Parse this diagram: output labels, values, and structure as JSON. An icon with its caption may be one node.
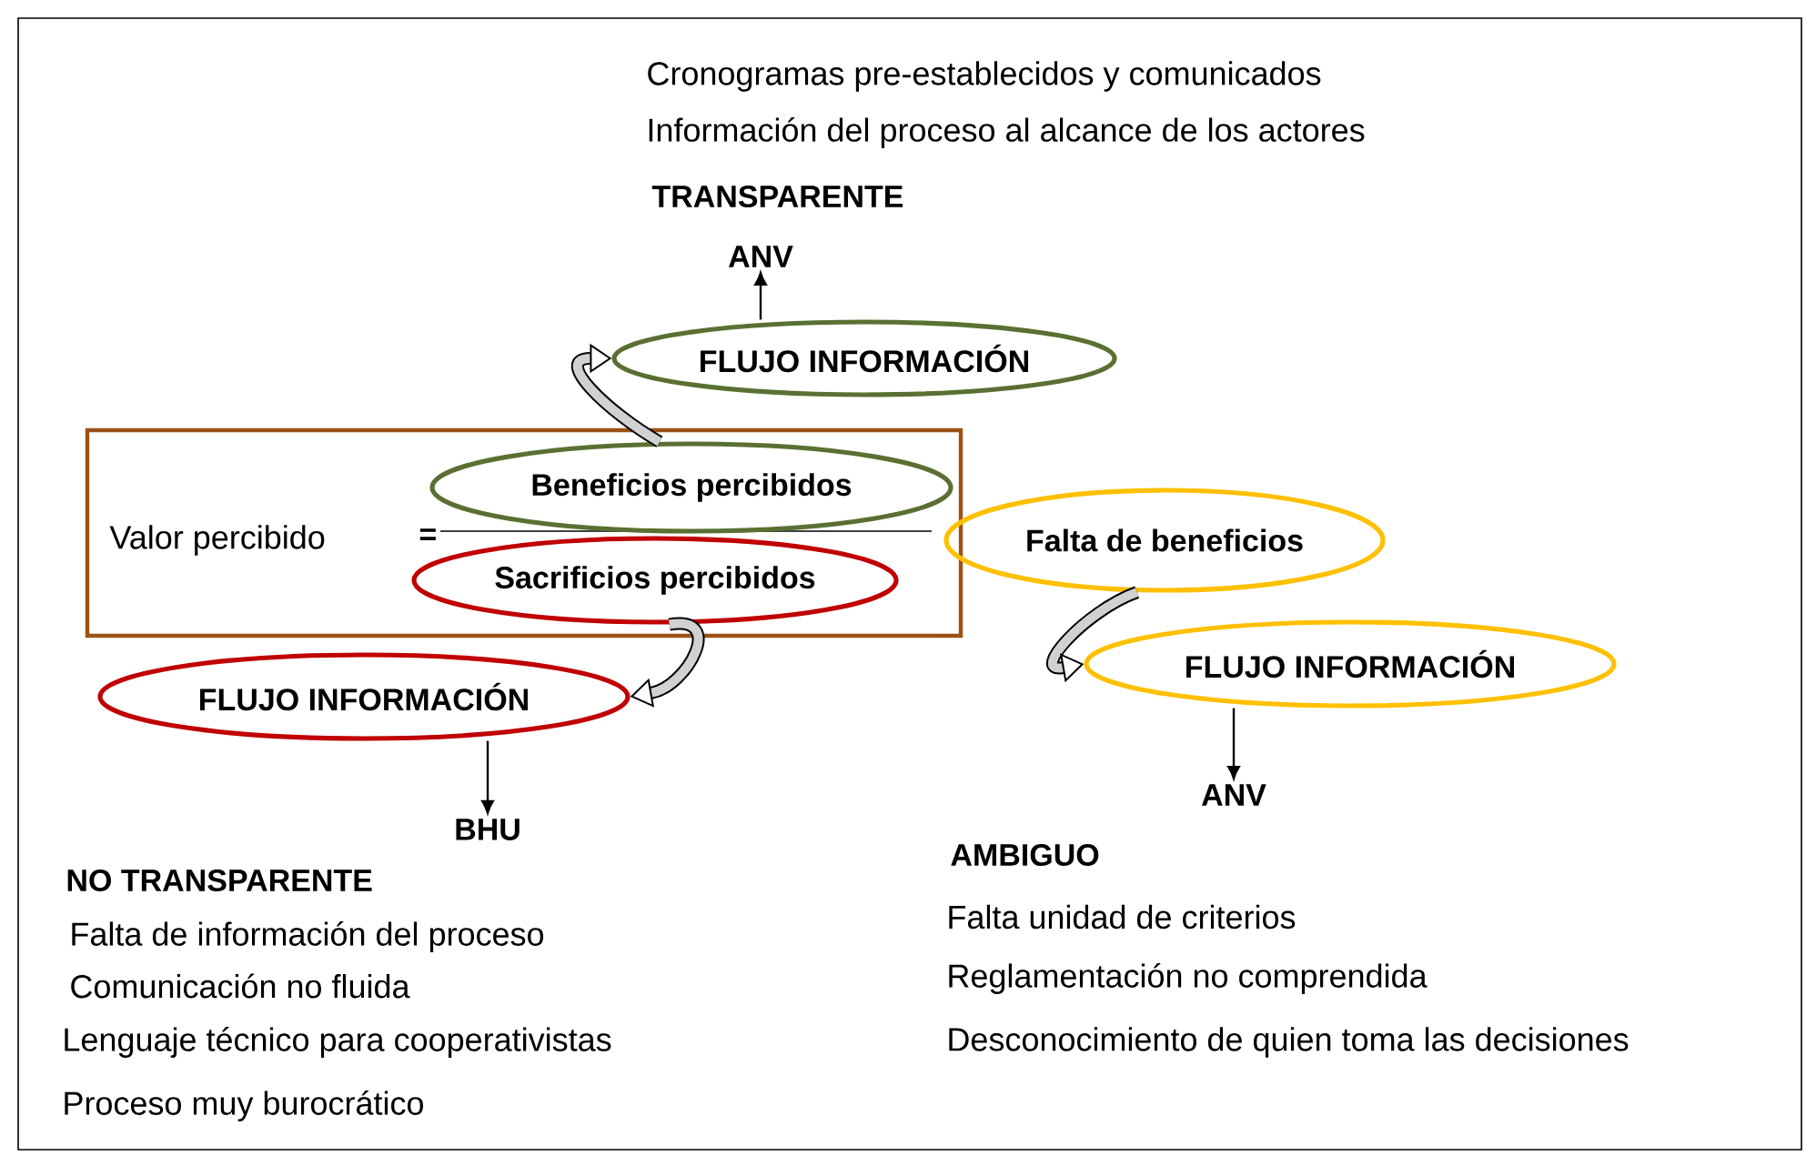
{
  "diagram": {
    "nodes": [
      {
        "text": [
          "Valor percibido",
          "="
        ]
      },
      {
        "text": [
          "Beneficios percibidos"
        ],
        "in": 0
      },
      {
        "text": [
          "Sacrificios percibidos"
        ],
        "in": 0
      },
      {
        "text": [
          "FLUJO INFORMACIÓN"
        ]
      },
      {
        "text": [
          "ANV"
        ]
      },
      {
        "text": [
          "FLUJO INFORMACIÓN"
        ]
      },
      {
        "text": [
          "BHU"
        ]
      },
      {
        "text": [
          "Falta de beneficios"
        ]
      },
      {
        "text": [
          "FLUJO INFORMACIÓN"
        ]
      },
      {
        "text": [
          "ANV"
        ]
      }
    ],
    "edges": [
      {
        "from": 1,
        "to": 3,
        "arrow": "to",
        "style": "thick"
      },
      {
        "from": 3,
        "to": 4,
        "arrow": "to"
      },
      {
        "from": 2,
        "to": 5,
        "arrow": "to",
        "style": "thick"
      },
      {
        "from": 5,
        "to": 6,
        "arrow": "to"
      },
      {
        "from": 7,
        "to": 8,
        "arrow": "to",
        "style": "thick"
      },
      {
        "from": 8,
        "to": 9,
        "arrow": "to"
      }
    ],
    "labels": [
      "Cronogramas pre-establecidos y comunicados",
      "Información del proceso al alcance de los actores",
      "TRANSPARENTE",
      "NO TRANSPARENTE",
      "AMBIGUO",
      "Falta de información del proceso",
      "Falta unidad de criterios",
      "Comunicación no fluida",
      "Reglamentación no comprendida",
      "Lenguaje técnico para cooperativistas",
      "Desconocimiento de quien toma las decisiones",
      "Proceso muy burocrático"
    ]
  }
}
